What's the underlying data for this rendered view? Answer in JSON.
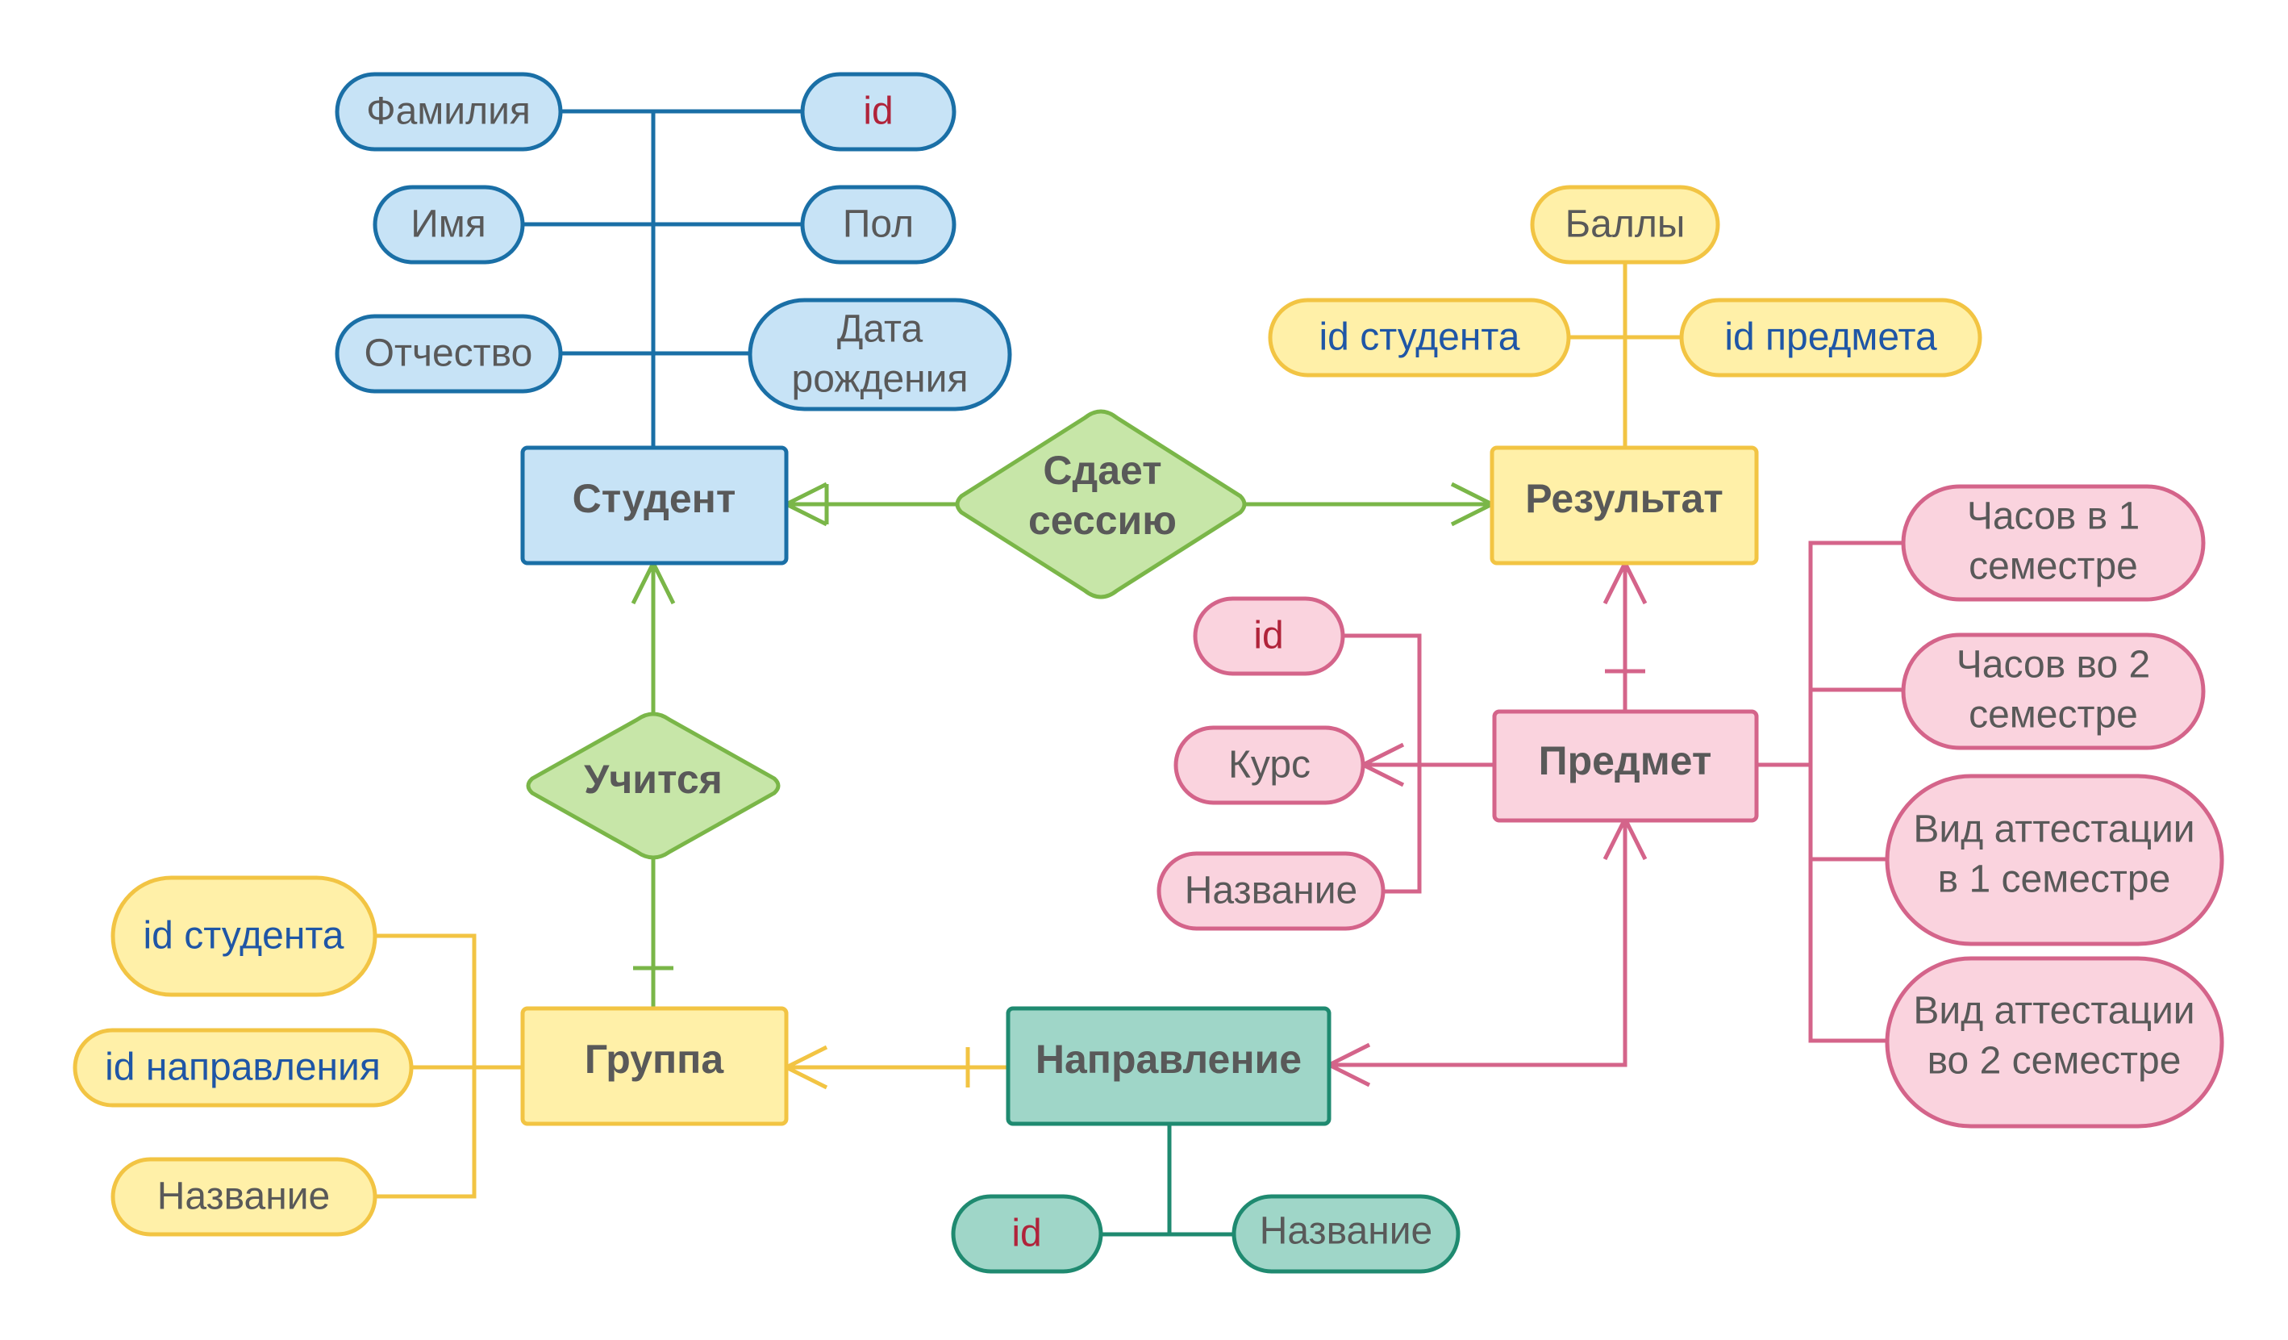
{
  "colors": {
    "blue_stroke": "#1a6fa6",
    "blue_fill": "#c7e3f6",
    "yellow_stroke": "#f2c443",
    "yellow_fill": "#fff0a8",
    "green_stroke": "#7ab648",
    "green_fill": "#c7e6a8",
    "pink_stroke": "#d4648a",
    "pink_fill": "#fad3de",
    "teal_stroke": "#1f8a70",
    "teal_fill": "#9fd6c8",
    "text": "#595959",
    "key_text": "#b0233a",
    "fk_text": "#1f56a6"
  },
  "entities": {
    "student": "Студент",
    "result": "Результат",
    "subject": "Предмет",
    "group": "Группа",
    "direction": "Направление"
  },
  "relationships": {
    "takes_session": [
      "Сдает",
      "сессию"
    ],
    "studies": "Учится"
  },
  "attributes": {
    "student": {
      "surname": "Фамилия",
      "name": "Имя",
      "patronymic": "Отчество",
      "id": "id",
      "gender": "Пол",
      "birth_date": [
        "Дата",
        "рождения"
      ]
    },
    "result": {
      "points": "Баллы",
      "student_id": "id студента",
      "subject_id": "id предмета"
    },
    "subject": {
      "id": "id",
      "course": "Курс",
      "title": "Название",
      "hours_sem1": [
        "Часов в 1",
        "семестре"
      ],
      "hours_sem2": [
        "Часов во 2",
        "семестре"
      ],
      "exam_sem1": [
        "Вид аттестации",
        "в 1 семестре"
      ],
      "exam_sem2": [
        "Вид аттестации",
        "во 2 семестре"
      ]
    },
    "group": {
      "student_id": "id студента",
      "direction_id": "id направления",
      "title": "Название"
    },
    "direction": {
      "id": "id",
      "title": "Название"
    }
  }
}
